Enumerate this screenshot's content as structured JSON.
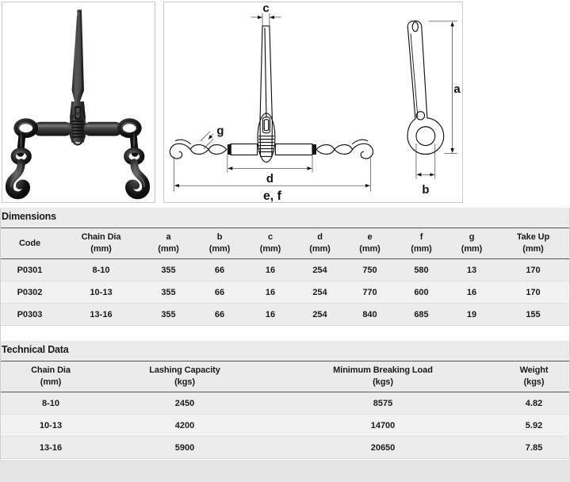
{
  "panels": {
    "photo": {
      "alt": "ratchet-load-binder-photo",
      "caption": ""
    },
    "drawing": {
      "alt": "ratchet-load-binder-dimension-drawing",
      "labels": {
        "a": "a",
        "b": "b",
        "c": "c",
        "d": "d",
        "ef": "e, f",
        "g": "g"
      }
    }
  },
  "dimensions": {
    "section_title": "Dimensions",
    "columns": [
      {
        "name": "Code",
        "unit": ""
      },
      {
        "name": "Chain Dia",
        "unit": "(mm)"
      },
      {
        "name": "a",
        "unit": "(mm)"
      },
      {
        "name": "b",
        "unit": "(mm)"
      },
      {
        "name": "c",
        "unit": "(mm)"
      },
      {
        "name": "d",
        "unit": "(mm)"
      },
      {
        "name": "e",
        "unit": "(mm)"
      },
      {
        "name": "f",
        "unit": "(mm)"
      },
      {
        "name": "g",
        "unit": "(mm)"
      },
      {
        "name": "Take Up",
        "unit": "(mm)"
      }
    ],
    "rows": [
      [
        "P0301",
        "8-10",
        "355",
        "66",
        "16",
        "254",
        "750",
        "580",
        "13",
        "170"
      ],
      [
        "P0302",
        "10-13",
        "355",
        "66",
        "16",
        "254",
        "770",
        "600",
        "16",
        "170"
      ],
      [
        "P0303",
        "13-16",
        "355",
        "66",
        "16",
        "254",
        "840",
        "685",
        "19",
        "155"
      ]
    ]
  },
  "technical_data": {
    "section_title": "Technical Data",
    "columns": [
      {
        "name": "Chain Dia",
        "unit": "(mm)"
      },
      {
        "name": "Lashing Capacity",
        "unit": "(kgs)"
      },
      {
        "name": "Minimum Breaking Load",
        "unit": "(kgs)"
      },
      {
        "name": "Weight",
        "unit": "(kgs)"
      }
    ],
    "rows": [
      [
        "8-10",
        "2450",
        "8575",
        "4.82"
      ],
      [
        "10-13",
        "4200",
        "14700",
        "5.92"
      ],
      [
        "13-16",
        "5900",
        "20650",
        "7.85"
      ]
    ]
  },
  "colors": {
    "page_background": "#ffffff",
    "band_background": "#ebebeb",
    "row_background": "#ececec",
    "row_alt_background": "#f2f2f2",
    "rule": "#555555",
    "panel_border": "#c9c9c9",
    "text": "#1a1a1a",
    "product_dark": "#2b2b2b"
  }
}
